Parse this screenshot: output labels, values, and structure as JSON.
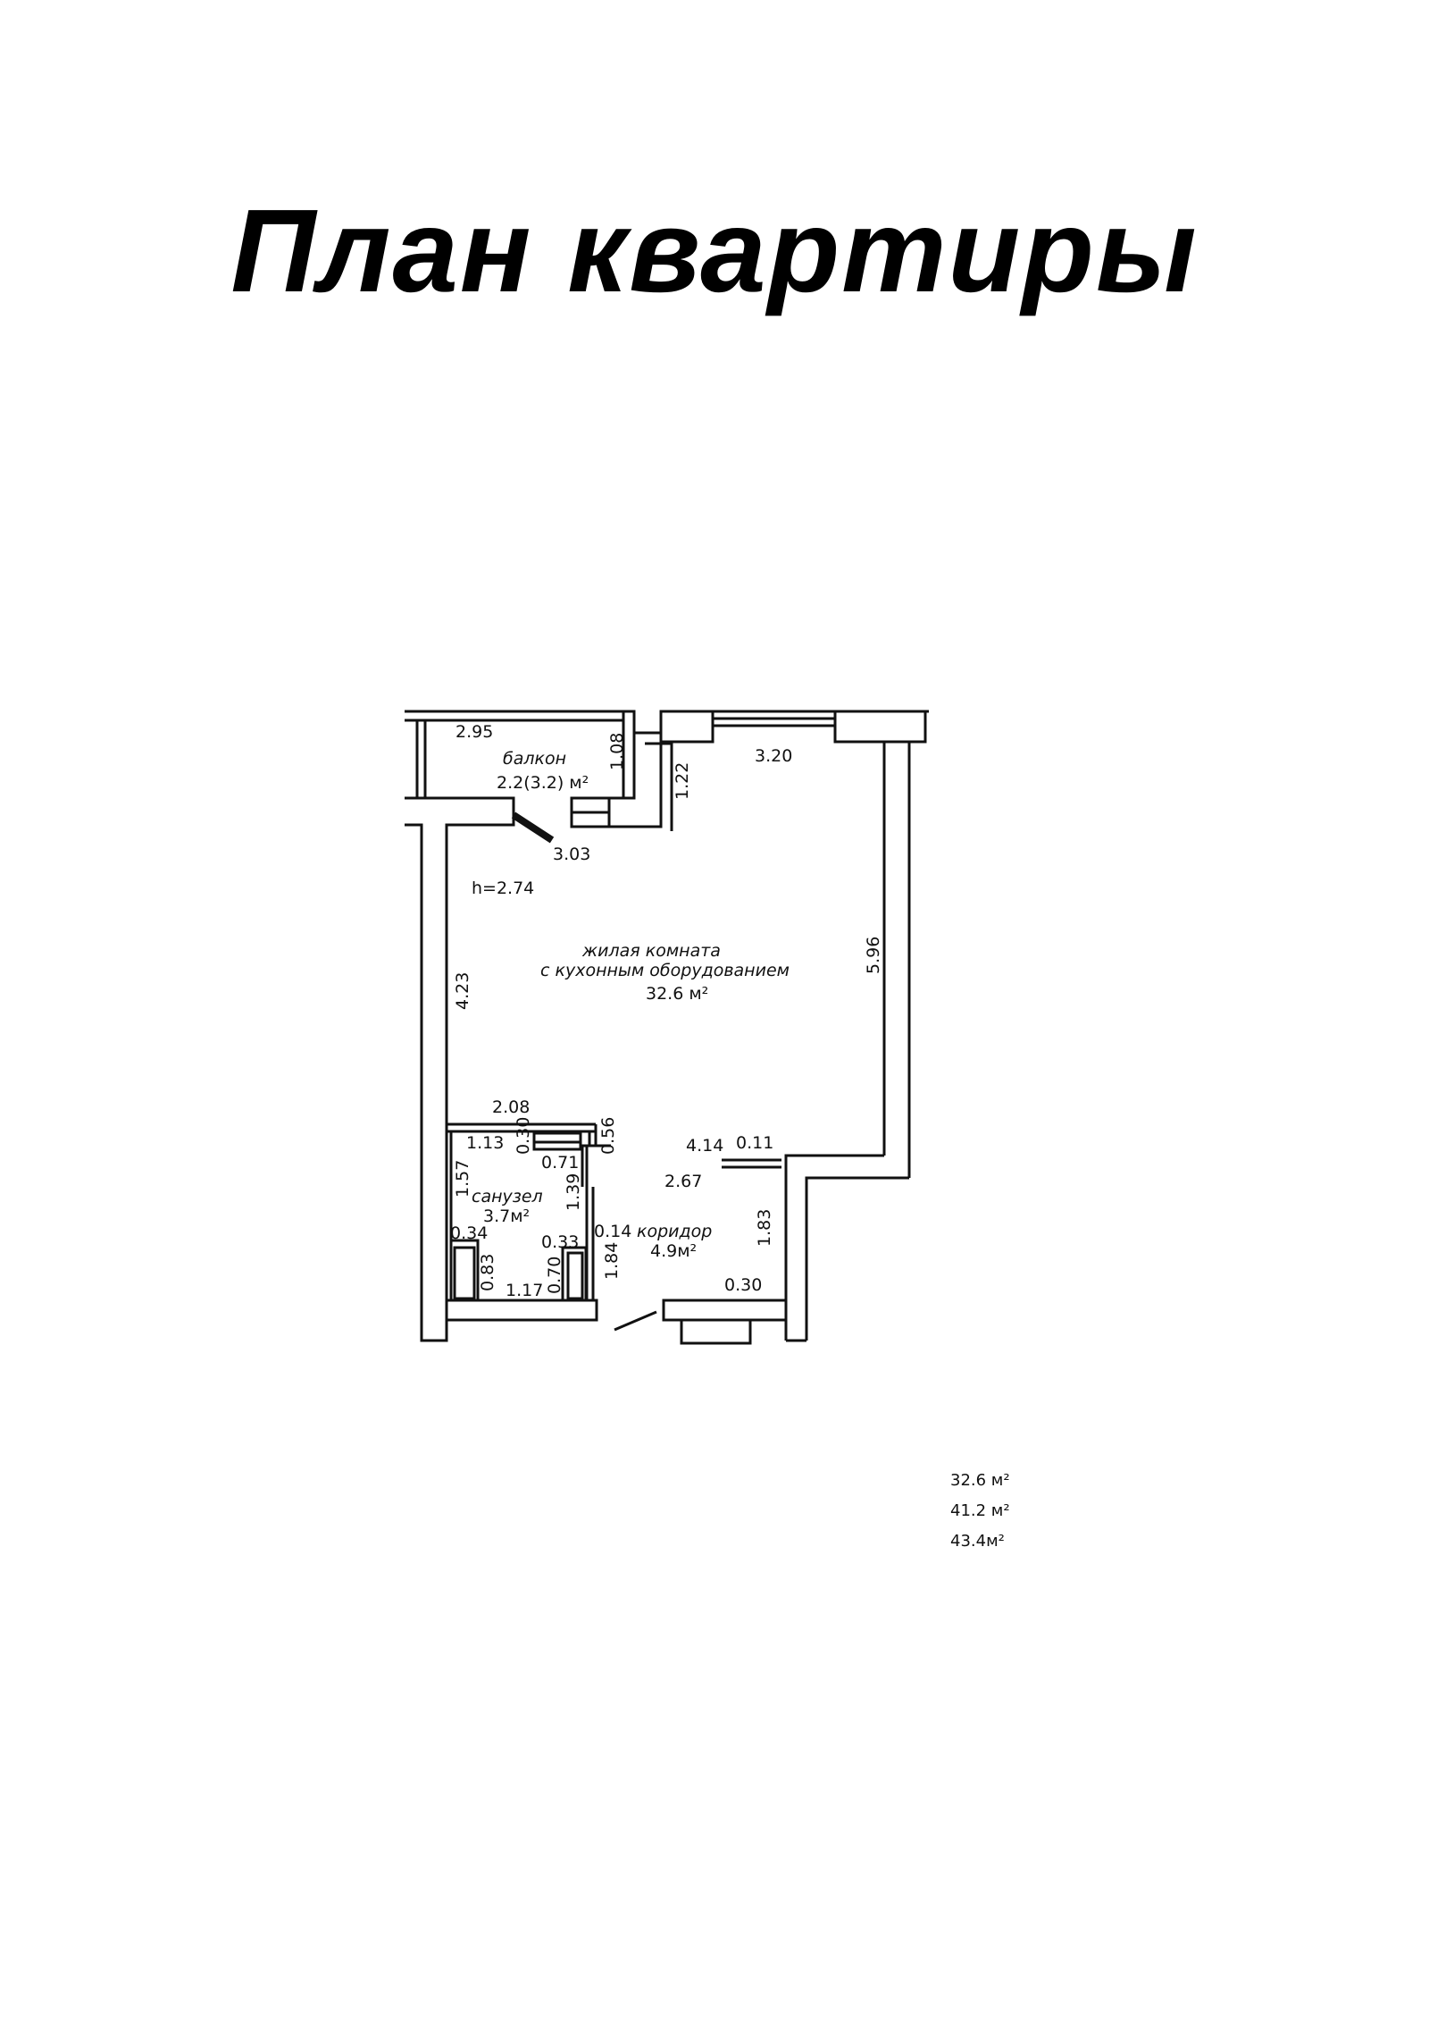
{
  "title": "План квартиры",
  "plan": {
    "height_label": "h=2.74",
    "rooms": {
      "balcony": {
        "name": "балкон",
        "area": "2.2(3.2) м²"
      },
      "living": {
        "name_line1": "жилая комната",
        "name_line2": "с кухонным оборудованием",
        "area": "32.6 м²"
      },
      "bathroom": {
        "name": "санузел",
        "area": "3.7м²"
      },
      "corridor": {
        "name": "коридор",
        "area": "4.9м²"
      }
    },
    "dimensions": {
      "balcony_width": "2.95",
      "balcony_depth": "1.08",
      "window_width": "3.20",
      "niche_depth": "1.22",
      "living_width": "3.03",
      "living_left": "4.23",
      "living_right": "5.96",
      "bath_width": "2.08",
      "bath_inner": "1.13",
      "bath_030": "0.30",
      "bath_056": "0.56",
      "bath_071": "0.71",
      "bath_157": "1.57",
      "bath_139": "1.39",
      "bath_034": "0.34",
      "bath_083": "0.83",
      "bath_117": "1.17",
      "bath_070": "0.70",
      "cor_033": "0.33",
      "cor_014": "0.14",
      "cor_184": "1.84",
      "cor_414": "4.14",
      "cor_011": "0.11",
      "cor_267": "2.67",
      "cor_183": "1.83",
      "cor_030": "0.30"
    }
  },
  "totals": [
    "32.6 м²",
    "41.2 м²",
    "43.4м²"
  ]
}
